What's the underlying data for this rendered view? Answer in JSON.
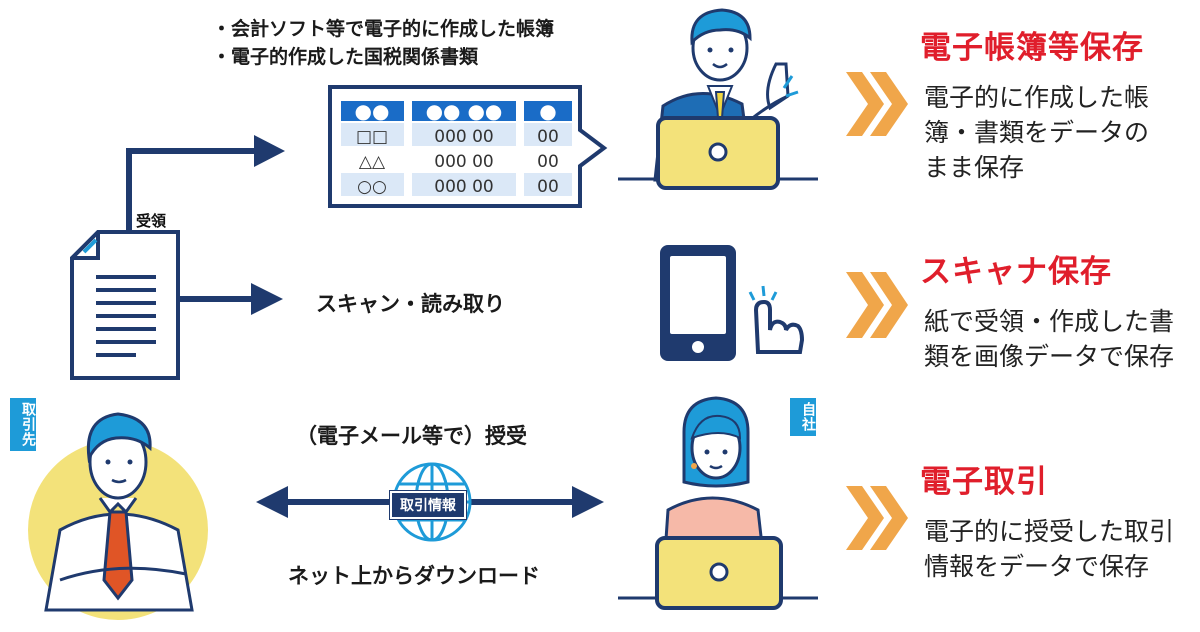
{
  "digital_bullets": [
    "・会計ソフト等で電子的に作成した帳簿",
    "・電子的作成した国税関係書類"
  ],
  "table": {
    "headers": [
      "●●",
      "●● ●●",
      "●"
    ],
    "rows": [
      [
        "□□",
        "000 00",
        "00"
      ],
      [
        "△△",
        "000 00",
        "00"
      ],
      [
        "○○",
        "000 00",
        "00"
      ]
    ]
  },
  "received_label": "受領",
  "scan_label": "スキャン・読み取り",
  "email_label": "（電子メール等で）授受",
  "download_label": "ネット上からダウンロード",
  "transaction_info_badge": "取引情報",
  "tag_partner": "取引先",
  "tag_self": "自社",
  "sections": [
    {
      "title": "電子帳簿等保存",
      "desc": [
        "電子的に作成した帳",
        "簿・書類をデータの",
        "まま保存"
      ]
    },
    {
      "title": "スキャナ保存",
      "desc": [
        "紙で受領・作成した書",
        "類を画像データで保存"
      ]
    },
    {
      "title": "電子取引",
      "desc": [
        "電子的に授受した取引",
        "情報をデータで保存"
      ]
    }
  ],
  "colors": {
    "navy": "#1f3a6e",
    "blue": "#1e9bd8",
    "red_title": "#e01e2b",
    "chevron_orange": "#f0a64a",
    "laptop_yellow": "#f3e27a"
  }
}
